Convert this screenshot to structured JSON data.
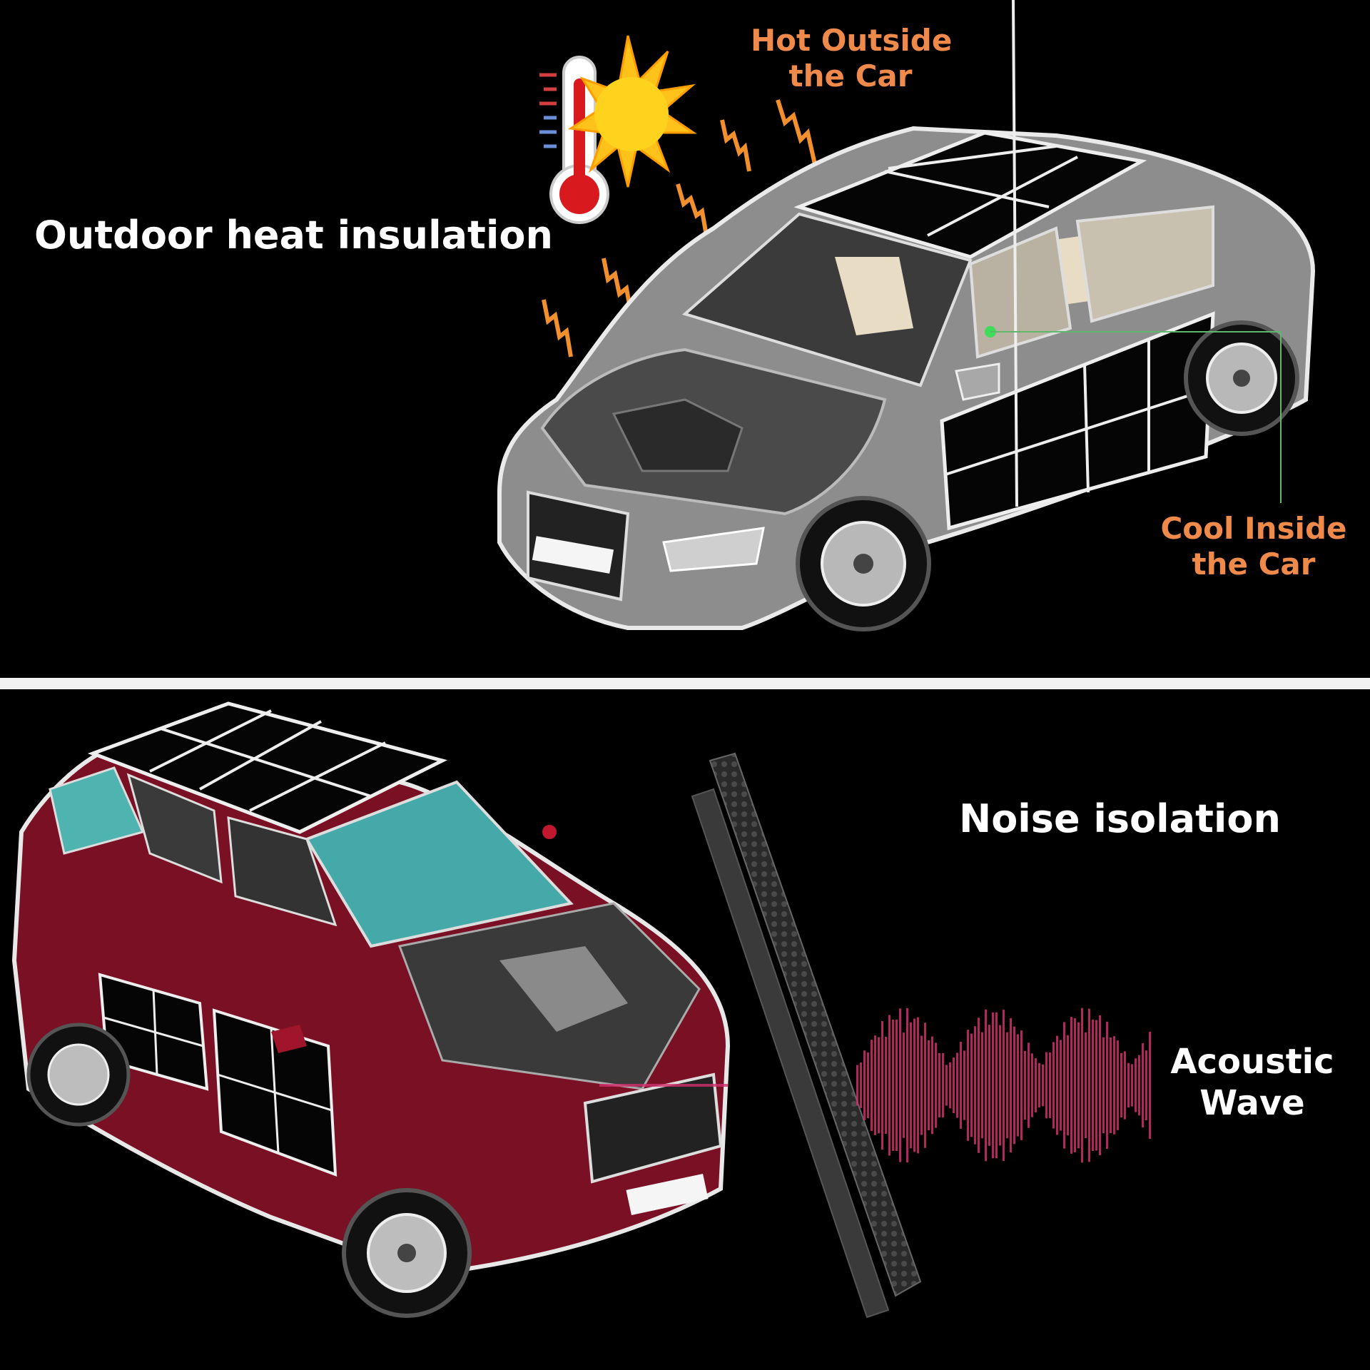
{
  "heat_section": {
    "heading": "Outdoor heat insulation",
    "hot_callout": [
      "Hot Outside",
      "the Car"
    ],
    "cool_callout": [
      "Cool Inside",
      "the Car"
    ]
  },
  "noise_section": {
    "heading": "Noise isolation",
    "wave_callout": [
      "Acoustic",
      "Wave"
    ]
  },
  "colors": {
    "callout_orange": "#f08a4a",
    "silver_car": "#9a9a9a",
    "red_car": "#7a1024",
    "wave_pink": "#d0306e",
    "sun_yellow": "#ffc21a",
    "thermo_red": "#d8191e"
  },
  "icons": [
    "thermometer-icon",
    "sun-icon",
    "heat-ray-icon",
    "sound-wave-icon"
  ]
}
